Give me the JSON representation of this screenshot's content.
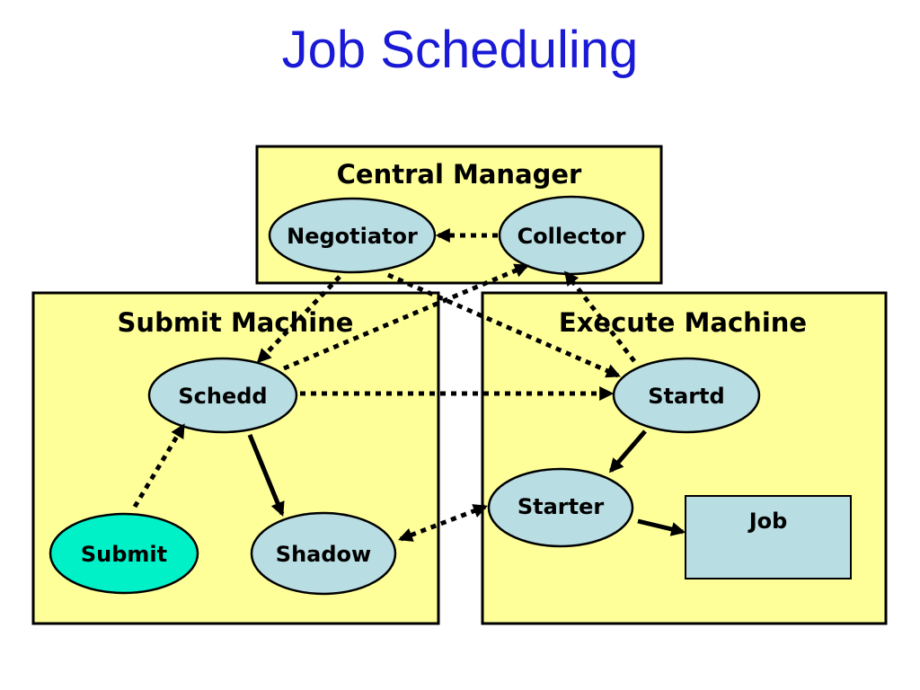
{
  "title": "Job Scheduling",
  "boxes": {
    "central_manager": "Central Manager",
    "submit_machine": "Submit Machine",
    "execute_machine": "Execute Machine"
  },
  "nodes": {
    "negotiator": "Negotiator",
    "collector": "Collector",
    "schedd": "Schedd",
    "startd": "Startd",
    "starter": "Starter",
    "submit": "Submit",
    "shadow": "Shadow",
    "job": "Job"
  },
  "colors": {
    "title": "#1a1ad6",
    "box_fill": "#ffff99",
    "node_fill": "#b8dde2",
    "submit_fill": "#00f0c8"
  }
}
